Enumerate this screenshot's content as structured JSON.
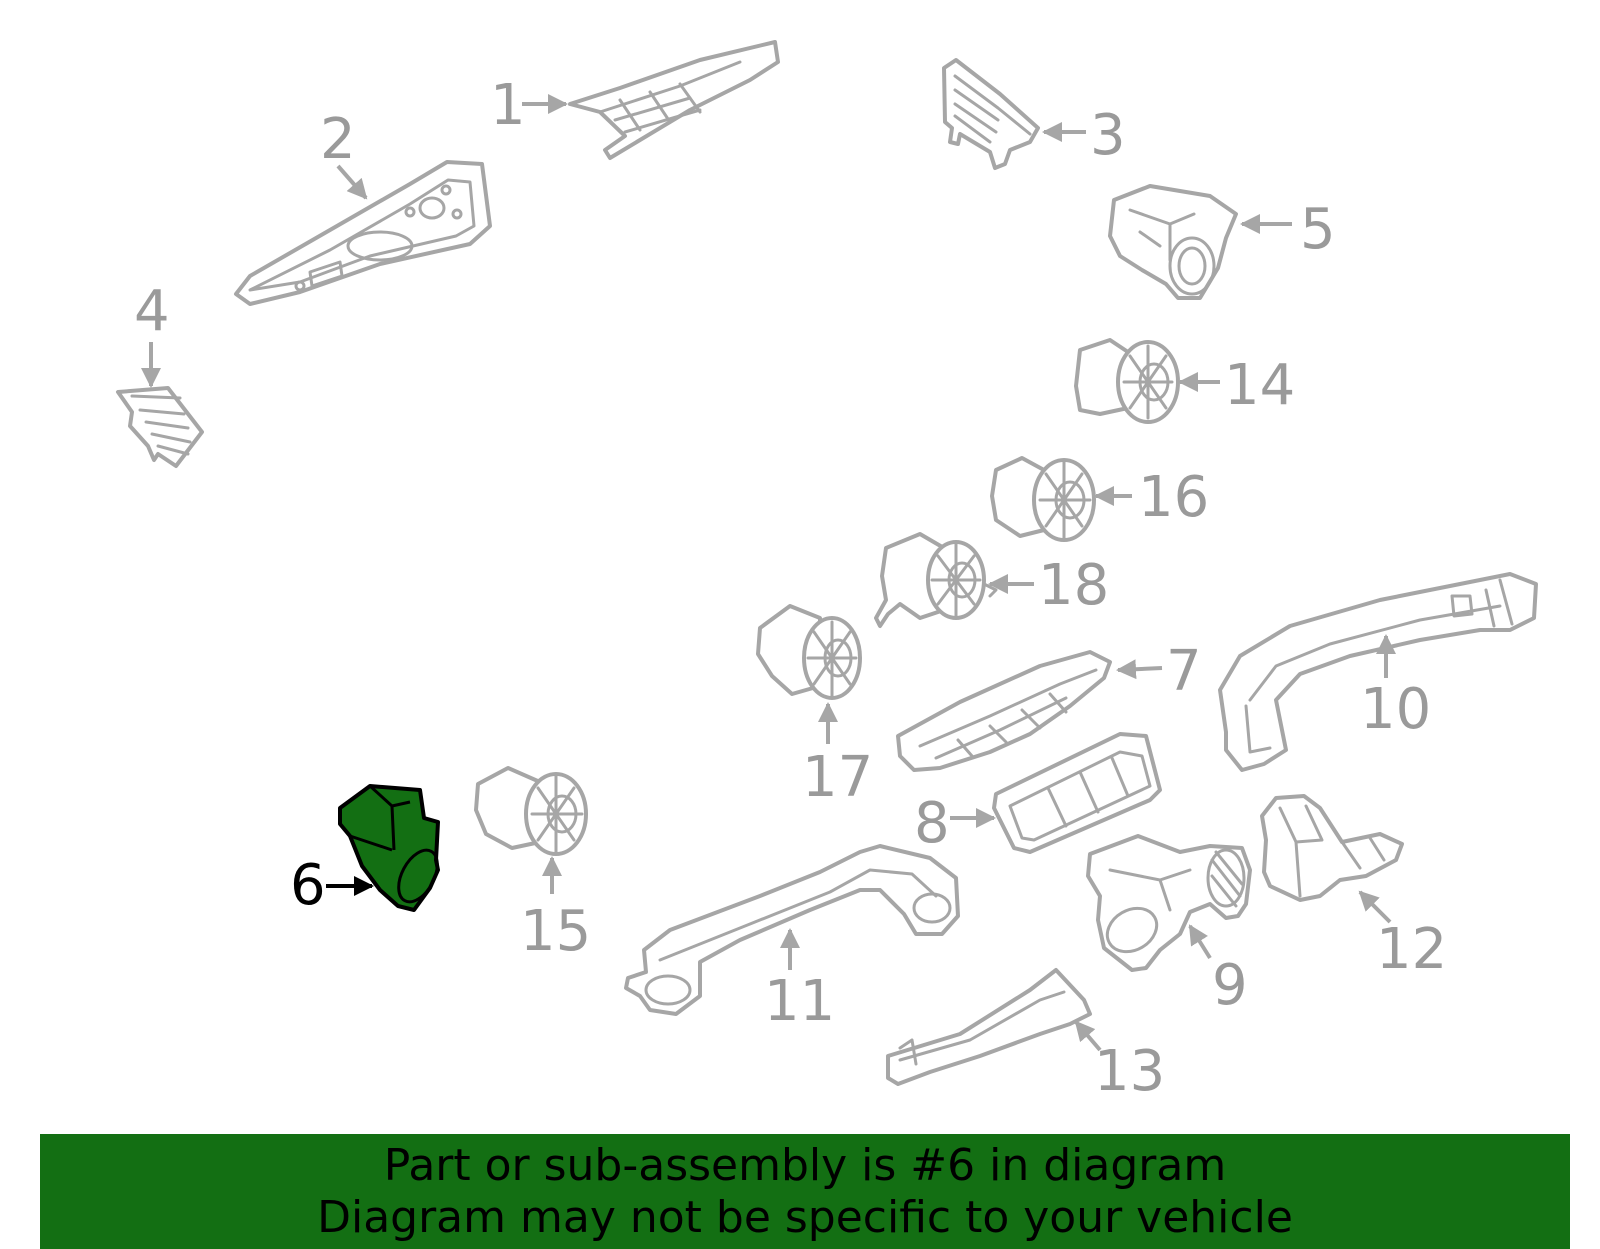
{
  "diagram": {
    "callouts": {
      "c1": "1",
      "c2": "2",
      "c3": "3",
      "c4": "4",
      "c5": "5",
      "c6": "6",
      "c7": "7",
      "c8": "8",
      "c9": "9",
      "c10": "10",
      "c11": "11",
      "c12": "12",
      "c13": "13",
      "c14": "14",
      "c15": "15",
      "c16": "16",
      "c17": "17",
      "c18": "18"
    },
    "highlighted_part": "6"
  },
  "banner": {
    "line1": "Part or sub-assembly is #6 in diagram",
    "line2": "Diagram may not be specific to your vehicle"
  },
  "colors": {
    "highlight": "#136f13",
    "part_outline": "#a6a6a6",
    "callout_text": "#9a9a9a"
  }
}
